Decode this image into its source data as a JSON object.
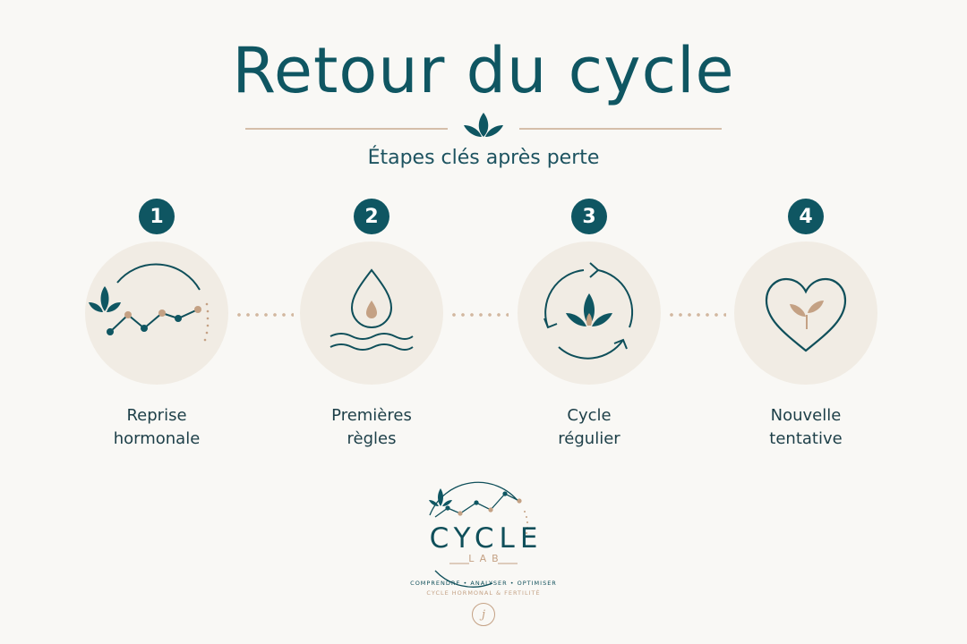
{
  "header": {
    "title": "Retour du cycle",
    "subtitle": "Étapes clés après perte"
  },
  "colors": {
    "primary": "#0f5662",
    "accent": "#c4a184",
    "disc": "#f1ece4",
    "background": "#f9f8f5"
  },
  "steps": [
    {
      "number": "1",
      "label_line1": "Reprise",
      "label_line2": "hormonale",
      "icon": "hormone-curve-icon"
    },
    {
      "number": "2",
      "label_line1": "Premières",
      "label_line2": "règles",
      "icon": "water-drop-icon"
    },
    {
      "number": "3",
      "label_line1": "Cycle",
      "label_line2": "régulier",
      "icon": "cycle-arrows-icon"
    },
    {
      "number": "4",
      "label_line1": "Nouvelle",
      "label_line2": "tentative",
      "icon": "heart-sprout-icon"
    }
  ],
  "logo": {
    "name": "CYCLE",
    "sub": "LAB",
    "tagline": "COMPRENDRE • ANALYSER • OPTIMISER",
    "tagline2": "CYCLE HORMONAL & FERTILITÉ",
    "monogram": "j"
  }
}
